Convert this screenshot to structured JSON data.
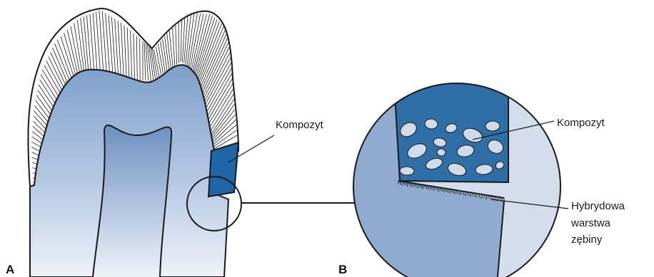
{
  "panel_a": {
    "letter": "A",
    "label_composite": "Kompozyt"
  },
  "panel_b": {
    "letter": "B",
    "label_composite": "Kompozyt",
    "label_hybrid_lines": [
      "Hybrydowa",
      "warstwa",
      "zębiny"
    ]
  },
  "colors": {
    "dentin_light": "#eef2f8",
    "dentin_dark": "#7e9fcb",
    "composite": "#1f66a6",
    "filler": "#cfdbe8",
    "outline": "#1a1a1a"
  }
}
